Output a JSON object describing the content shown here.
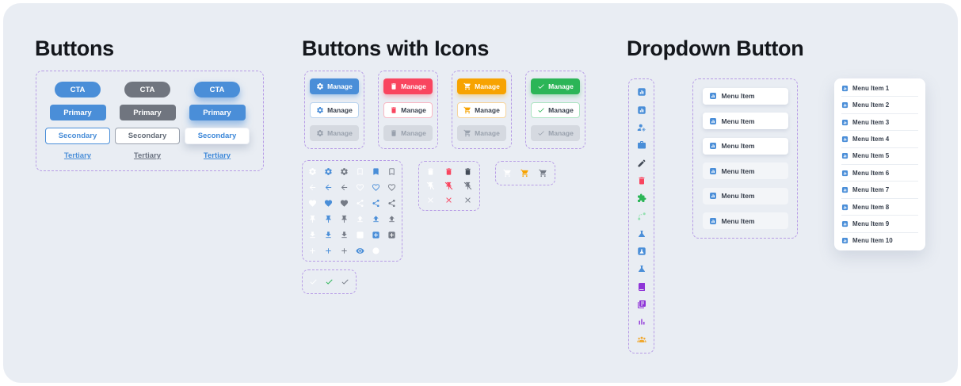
{
  "colors": {
    "white": "#ffffff",
    "blue": "#4a8ed8",
    "gray": "#757b86",
    "dark": "#434b57",
    "red": "#f9455f",
    "orange": "#f7a301",
    "green": "#2bb557",
    "lightgreen": "#93dfb0",
    "purple": "#8f35d8",
    "amber": "#f0a830",
    "disabled": "#99a1ad",
    "dashed_border": "#b79ce6",
    "background": "#e9edf3",
    "heading": "#14171c",
    "menu_text": "#39414e"
  },
  "buttons": {
    "title": "Buttons",
    "rows": [
      {
        "type": "cta",
        "labels": [
          "CTA",
          "CTA",
          "CTA"
        ],
        "variants": [
          "blue",
          "gray",
          "blue-shadow"
        ]
      },
      {
        "type": "primary",
        "labels": [
          "Primary",
          "Primary",
          "Primary"
        ],
        "variants": [
          "blue",
          "gray",
          "blue-shadow"
        ]
      },
      {
        "type": "secondary",
        "labels": [
          "Secondary",
          "Secondary",
          "Secondary"
        ],
        "variants": [
          "blue-outline",
          "gray-outline",
          "white-shadow"
        ]
      },
      {
        "type": "tertiary",
        "labels": [
          "Tertiary",
          "Tertiary",
          "Tertiary"
        ],
        "variants": [
          "blue-link",
          "gray-link",
          "blue-link-bold"
        ]
      }
    ]
  },
  "buttons_with_icons": {
    "title": "Buttons with Icons",
    "groups": [
      {
        "icon": "gear",
        "color": "blue",
        "labels": [
          "Manage",
          "Manage",
          "Manage"
        ]
      },
      {
        "icon": "trash",
        "color": "red",
        "labels": [
          "Manage",
          "Manage",
          "Manage"
        ]
      },
      {
        "icon": "cart",
        "color": "orange",
        "labels": [
          "Manage",
          "Manage",
          "Manage"
        ]
      },
      {
        "icon": "check",
        "color": "green",
        "labels": [
          "Manage",
          "Manage",
          "Manage"
        ]
      }
    ],
    "icon_grid": [
      [
        "gear:white",
        "gear:blue",
        "gear:gray",
        "bookmark-outline:white",
        "bookmark:blue",
        "bookmark-outline:gray"
      ],
      [
        "arrow-left:white",
        "arrow-left:blue",
        "arrow-left:gray",
        "heart-outline:white",
        "heart-outline:blue",
        "heart-outline:gray"
      ],
      [
        "heart:white",
        "heart:blue",
        "heart:gray",
        "share:white",
        "share:blue",
        "share:gray"
      ],
      [
        "pin:white",
        "pin:blue",
        "pin:gray",
        "upload:white",
        "upload:blue",
        "upload:gray"
      ],
      [
        "download:white",
        "download:blue",
        "download:gray",
        "plus-square:white",
        "plus-square:blue",
        "plus-square:gray"
      ],
      [
        "plus:white",
        "plus:blue",
        "plus:gray",
        "eye:blue",
        "circle:white",
        "none"
      ]
    ],
    "red_icon_grid": [
      [
        "trash:white",
        "trash:red",
        "trash:dark"
      ],
      [
        "pin-off:white",
        "pin-off:red",
        "pin-off:gray"
      ],
      [
        "x:white",
        "x:red",
        "x:gray"
      ]
    ],
    "orange_icon_row": [
      [
        "cart:white",
        "cart:orange",
        "cart:gray"
      ]
    ],
    "check_icon_row": [
      [
        "check:white",
        "check:green",
        "check:gray"
      ]
    ]
  },
  "dropdown": {
    "title": "Dropdown Button",
    "strip_icons": [
      "chart-square:blue",
      "chart-square:blue",
      "person-gear:blue",
      "briefcase:blue",
      "pencil:dark",
      "trash:red",
      "puzzle:green",
      "route:lightgreen",
      "flask:blue",
      "flask-square:blue",
      "flask:blue",
      "book:purple",
      "books:purple",
      "columns:purple",
      "people:amber"
    ],
    "menu": {
      "icon": "chart-square",
      "items": [
        {
          "label": "Menu Item",
          "style": "card"
        },
        {
          "label": "Menu Item",
          "style": "card"
        },
        {
          "label": "Menu Item",
          "style": "card"
        },
        {
          "label": "Menu Item",
          "style": "flat"
        },
        {
          "label": "Menu Item",
          "style": "flat"
        },
        {
          "label": "Menu Item",
          "style": "flat"
        }
      ]
    },
    "numbered_menu": {
      "icon": "chart-square",
      "items": [
        "Menu Item 1",
        "Menu Item 2",
        "Menu Item 3",
        "Menu Item 4",
        "Menu Item 5",
        "Menu Item 6",
        "Menu Item 7",
        "Menu Item 8",
        "Menu Item 9",
        "Menu Item 10"
      ]
    }
  }
}
